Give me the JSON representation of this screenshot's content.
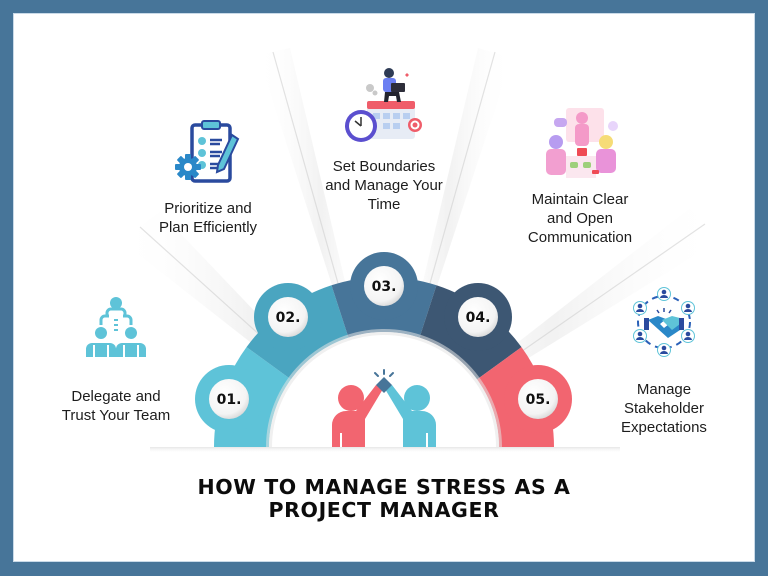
{
  "title": {
    "line1": "HOW TO MANAGE STRESS AS A",
    "line2": "PROJECT MANAGER"
  },
  "colors": {
    "frame": "#477599",
    "step1": "#5ec3d8",
    "step2": "#4aa5c0",
    "step3": "#477599",
    "step4": "#3d5773",
    "step5": "#f26570",
    "icon_blue": "#2a4a9e",
    "icon_cyan": "#5ec3d8"
  },
  "steps": [
    {
      "number": "01.",
      "line1": "Delegate and",
      "line2": "Trust Your Team",
      "icon": "team-hierarchy-icon"
    },
    {
      "number": "02.",
      "line1": "Prioritize and",
      "line2": "Plan Efficiently",
      "icon": "clipboard-checklist-icon"
    },
    {
      "number": "03.",
      "line1": "Set Boundaries",
      "line2": "and Manage Your",
      "line3": "Time",
      "icon": "calendar-clock-icon"
    },
    {
      "number": "04.",
      "line1": "Maintain Clear",
      "line2": "and Open",
      "line3": "Communication",
      "icon": "team-meeting-icon"
    },
    {
      "number": "05.",
      "line1": "Manage",
      "line2": "Stakeholder",
      "line3": "Expectations",
      "icon": "stakeholder-handshake-icon"
    }
  ],
  "center_icon": "high-five-icon"
}
